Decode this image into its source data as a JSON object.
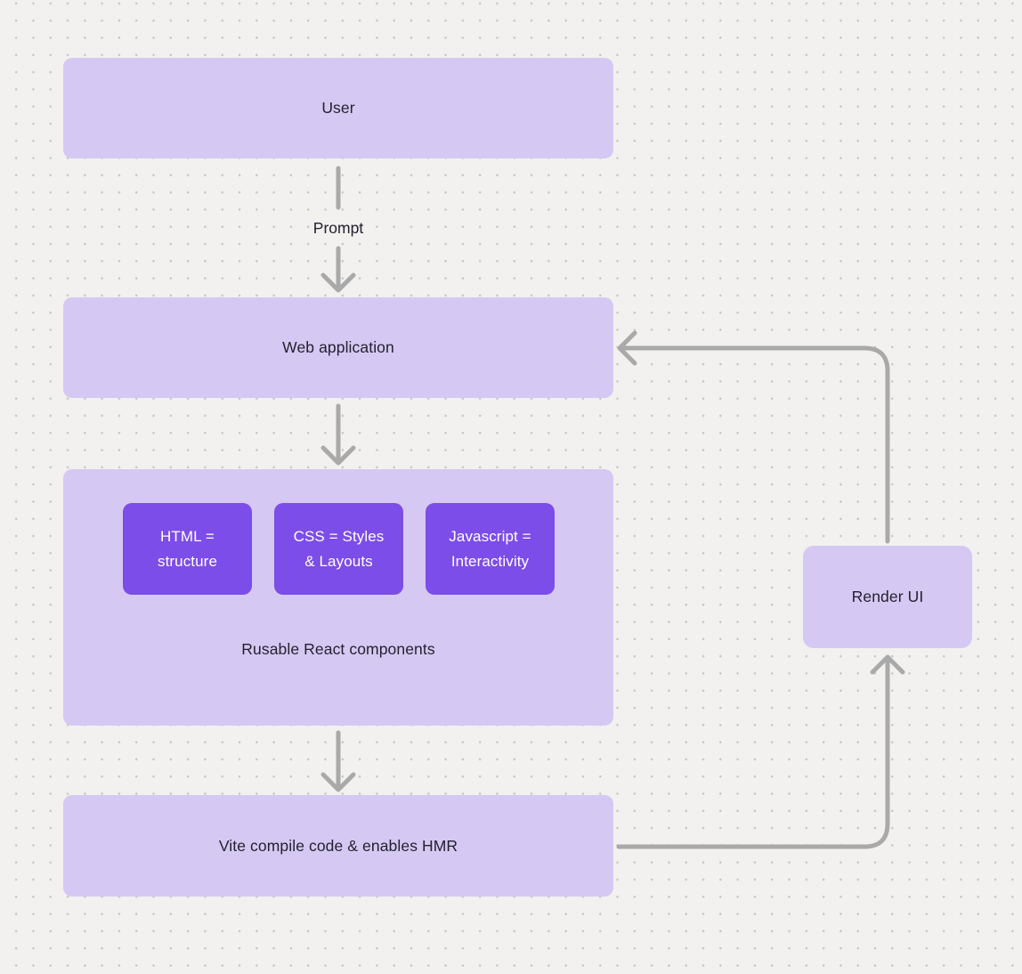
{
  "page": {
    "background_color": "#f2f1ef",
    "dot_grid_color": "#c8c5c1"
  },
  "colors": {
    "node_fill": "#d5c9f3",
    "card_fill": "#7c4de8",
    "arrow": "#a9a9a9",
    "text_dark": "#242130",
    "text_light": "#ffffff"
  },
  "nodes": {
    "user": {
      "label": "User"
    },
    "web_application": {
      "label": "Web application"
    },
    "components_group": {
      "label": "Rusable React components",
      "cards": [
        {
          "line1": "HTML =",
          "line2": "structure"
        },
        {
          "line1": "CSS = Styles",
          "line2": "& Layouts"
        },
        {
          "line1": "Javascript =",
          "line2": "Interactivity"
        }
      ]
    },
    "vite": {
      "label": "Vite compile code & enables HMR"
    },
    "render_ui": {
      "label": "Render UI"
    }
  },
  "edges": {
    "prompt_label": "Prompt"
  }
}
